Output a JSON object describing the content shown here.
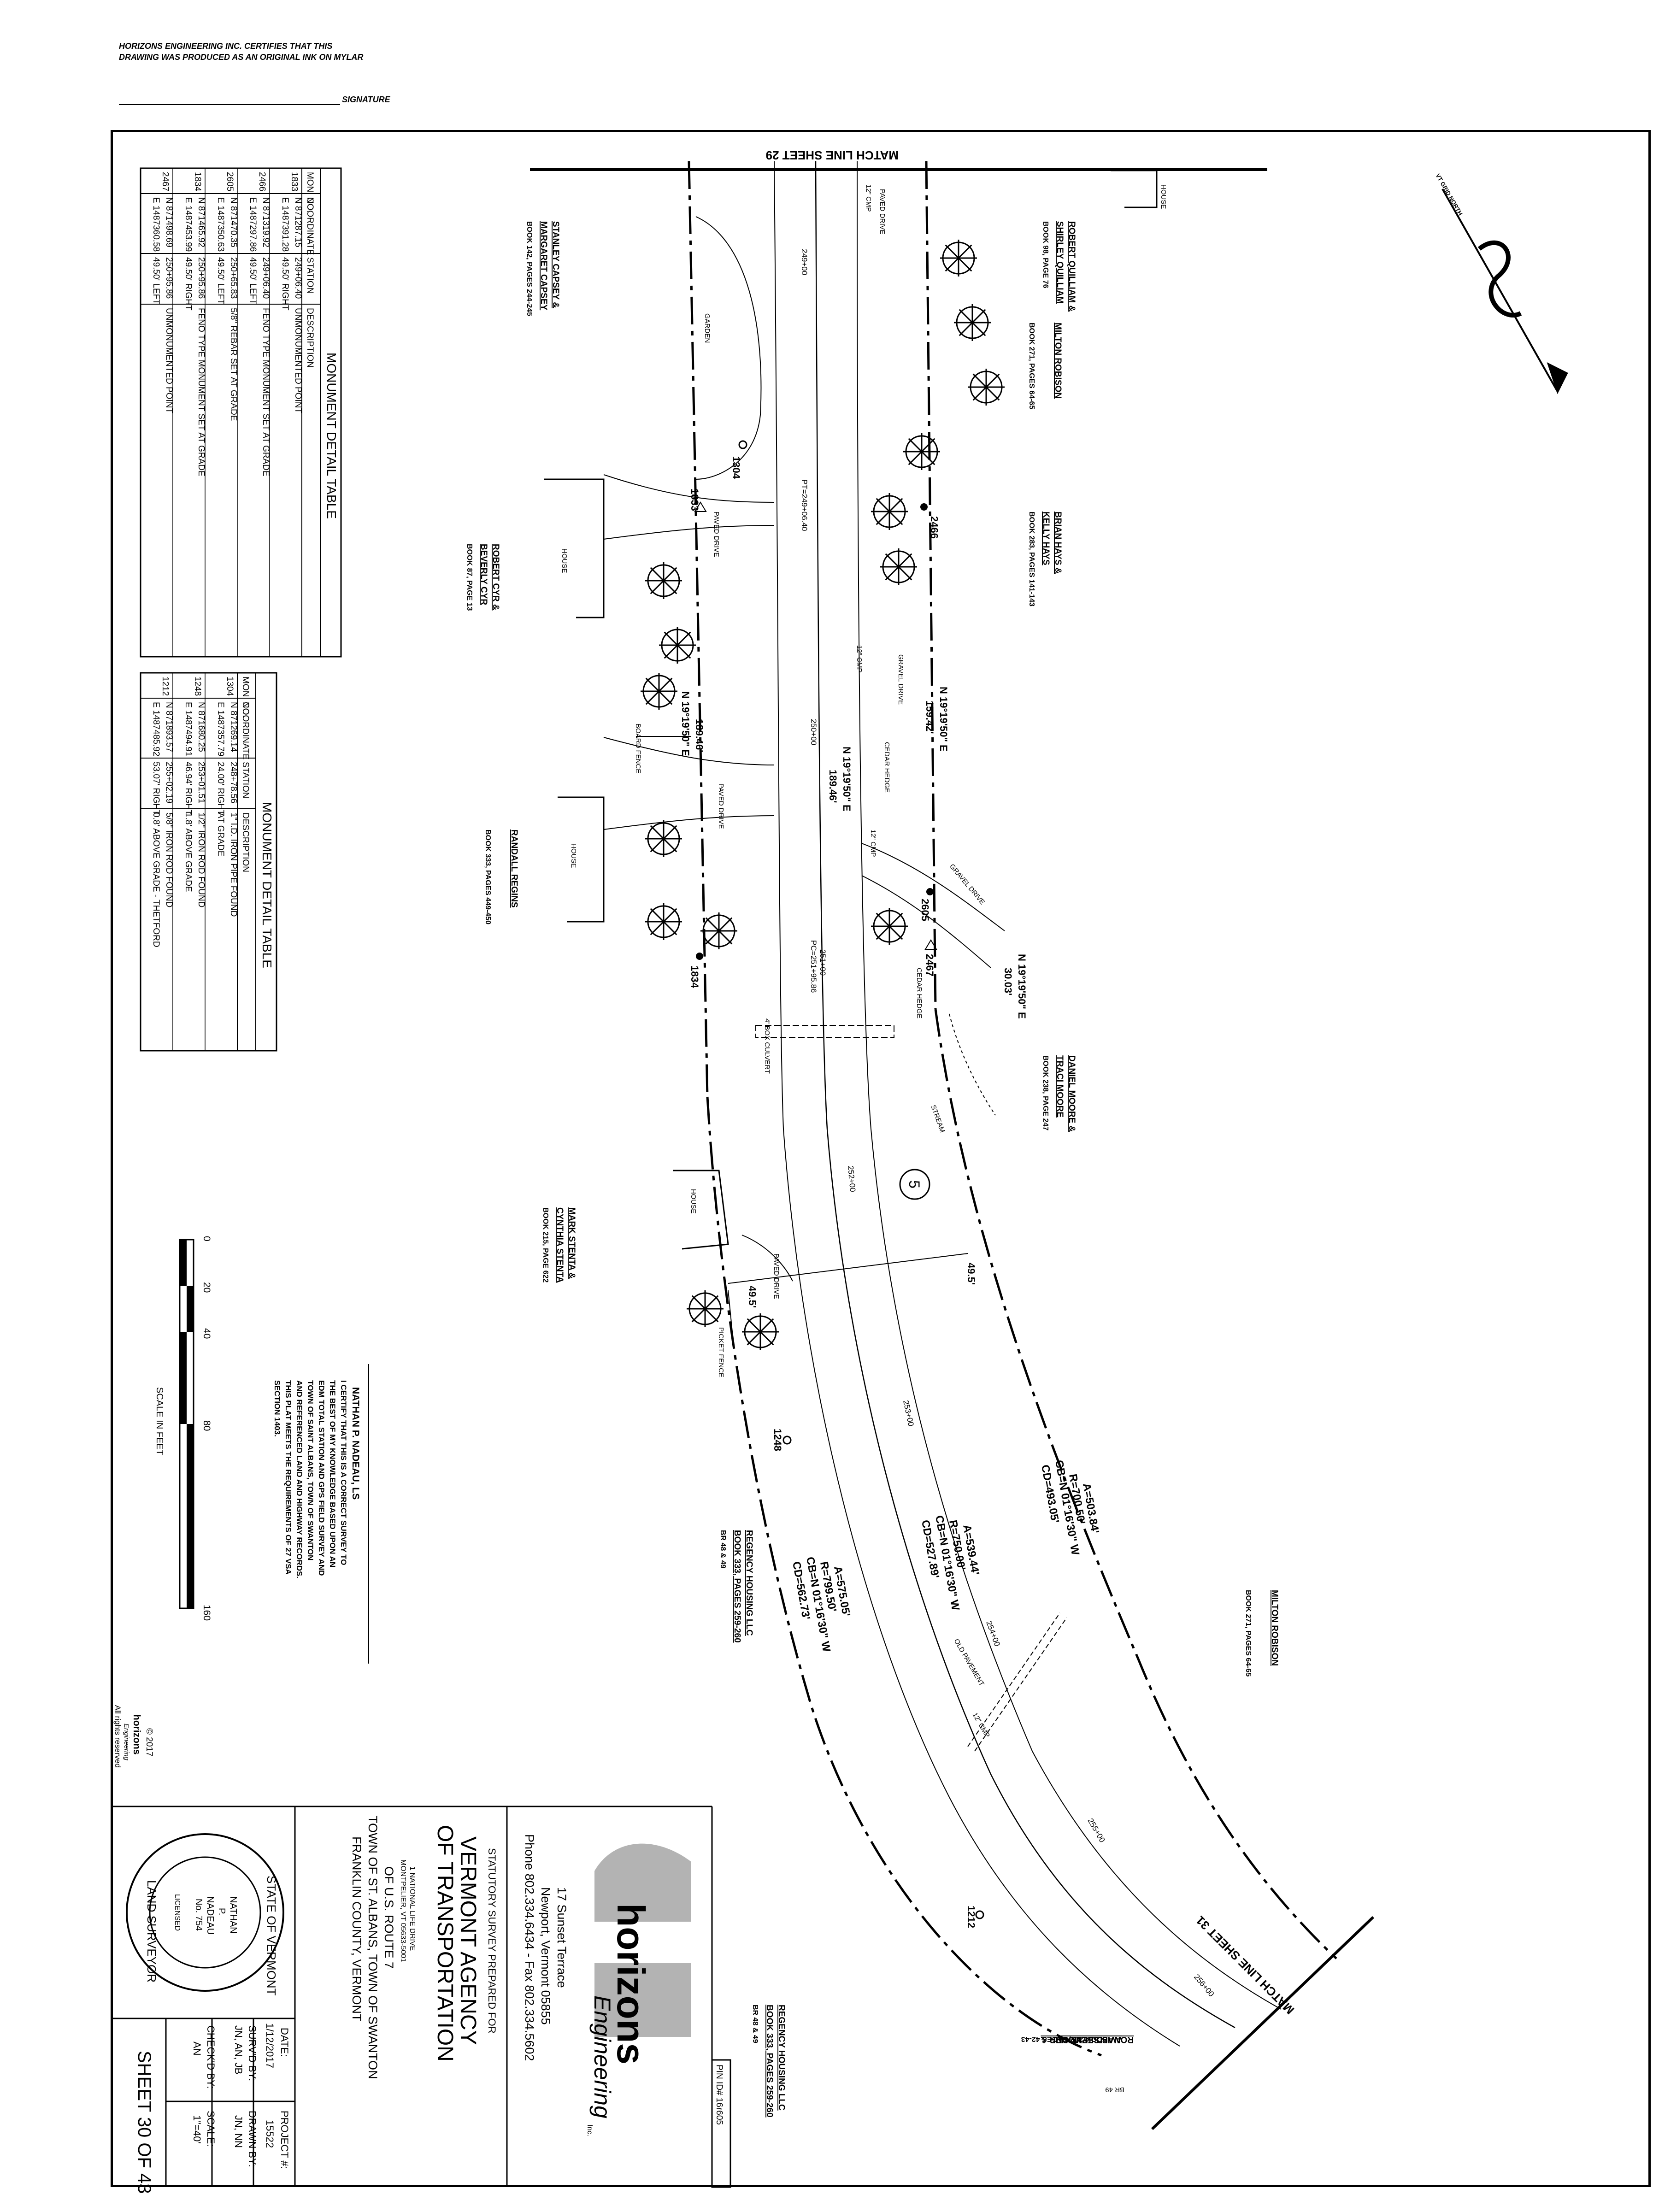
{
  "certification": {
    "line1": "HORIZONS ENGINEERING INC. CERTIFIES THAT THIS",
    "line2": "DRAWING WAS PRODUCED AS AN ORIGINAL INK ON MYLAR",
    "signature_label": "SIGNATURE"
  },
  "match_lines": {
    "top": "MATCH LINE SHEET 29",
    "bottom": "MATCH LINE SHEET 31"
  },
  "north_arrow": {
    "label": "VT GRID NORTH"
  },
  "route_badge": "5",
  "owners": [
    {
      "name": "ROBERT QUILLIAM &",
      "name2": "SHIRLEY QUILLIAM",
      "book": "BOOK 98, PAGE 76"
    },
    {
      "name": "MILTON ROBISON",
      "name2": "",
      "book": "BOOK 271, PAGES 64-65"
    },
    {
      "name": "BRIAN HAYS &",
      "name2": "KELLY HAYS",
      "book": "BOOK 283, PAGES 141-143"
    },
    {
      "name": "DANIEL MOORE &",
      "name2": "TRACI MOORE",
      "book": "BOOK 238, PAGE 247"
    },
    {
      "name": "MILTON ROBISON",
      "name2": "",
      "book": "BOOK 271, PAGES 64-65"
    },
    {
      "name": "RONALD SEYMOUR &",
      "name2": "AVIS SEYMOUR",
      "book": "BOOK 215, PAGES 42-43"
    },
    {
      "name": "STANLEY CAPSEY &",
      "name2": "MARGARET CAPSEY",
      "book": "BOOK 142, PAGES 244-245"
    },
    {
      "name": "ROBERT CYR &",
      "name2": "BEVERLY CYR",
      "book": "BOOK 87, PAGE 13"
    },
    {
      "name": "RANDALL REGINS",
      "name2": "",
      "book": "BOOK 333, PAGES 449-450"
    },
    {
      "name": "MARK STENTA &",
      "name2": "CYNTHIA STENTA",
      "book": "BOOK 215, PAGE 622"
    },
    {
      "name": "REGENCY HOUSING LLC",
      "name2": "BOOK 333, PAGES 259-260",
      "book": "BR 48 & 49"
    },
    {
      "name": "REGENCY HOUSING LLC",
      "name2": "BOOK 333, PAGES 259-260",
      "book": "BR 48 & 49"
    }
  ],
  "plan_labels": {
    "house": "HOUSE",
    "garden": "GARDEN",
    "paved_drive": "PAVED DRIVE",
    "gravel_drive": "GRAVEL DRIVE",
    "cedar_hedge": "CEDAR HEDGE",
    "board_fence": "BOARD FENCE",
    "picket_fence": "PICKET FENCE",
    "box_culvert": "4' BOX CULVERT",
    "stream": "STREAM",
    "old_pavement": "OLD PAVEMENT",
    "cmp": "12\" CMP",
    "br49": "BR 49",
    "stations": [
      "249+00",
      "250+00",
      "251+00",
      "252+00",
      "253+00",
      "254+00",
      "255+00",
      "256+00"
    ],
    "pt": "PT=249+06.40",
    "pc": "PC=251+95.86",
    "bearing1": "N 19°19'50\" E",
    "dist1": "159.42'",
    "bearing2": "N 19°19'50\" E",
    "dist2": "189.46'",
    "bearing3": "N 19°19'50\" E",
    "dist3": "189.46'",
    "bearing4": "N 19°19'50\" E",
    "dist4": "30.03'",
    "width1": "49.5'",
    "width2": "49.5'",
    "curve1": [
      "A=503.84'",
      "R=700.50'",
      "CB=N 01°16'30\" W",
      "CD=493.05'"
    ],
    "curve2": [
      "A=539.44'",
      "R=750.00'",
      "CB=N 01°16'30\" W",
      "CD=527.89'"
    ],
    "curve3": [
      "A=575.05'",
      "R=799.50'",
      "CB=N 01°16'30\" W",
      "CD=562.73'"
    ]
  },
  "monuments_on_plan": [
    "1304",
    "1833",
    "2466",
    "2605",
    "2467",
    "1834",
    "1248",
    "1212"
  ],
  "table1": {
    "title": "MONUMENT DETAIL TABLE",
    "headers": [
      "MON. NO.",
      "COORDINATE",
      "STATION",
      "DESCRIPTION"
    ],
    "rows": [
      [
        "1833",
        "N 871287.15",
        "E 1487391.28",
        "249+06.40",
        "49.50' RIGHT",
        "UNMONUMENTED POINT",
        ""
      ],
      [
        "2466",
        "N 871319.92",
        "E 1487297.86",
        "249+06.40",
        "49.50' LEFT",
        "FENO TYPE MONUMENT SET AT GRADE",
        ""
      ],
      [
        "2605",
        "N 871470.35",
        "E 1487350.63",
        "250+65.83",
        "49.50' LEFT",
        "5/8\" REBAR SET AT GRADE",
        ""
      ],
      [
        "1834",
        "N 871465.92",
        "E 1487453.99",
        "250+95.86",
        "49.50' RIGHT",
        "FENO TYPE MONUMENT SET AT GRADE",
        ""
      ],
      [
        "2467",
        "N 871498.69",
        "E 1487360.58",
        "250+95.86",
        "49.50' LEFT",
        "UNMONUMENTED POINT",
        ""
      ]
    ]
  },
  "table2": {
    "title": "MONUMENT DETAIL TABLE",
    "headers": [
      "MON. NO.",
      "COORDINATE",
      "STATION",
      "DESCRIPTION"
    ],
    "rows": [
      [
        "1304",
        "N 871269.14",
        "E 1487357.79",
        "248+78.56",
        "24.00' RIGHT",
        "1\" I.D. IRON PIPE FOUND",
        "AT GRADE"
      ],
      [
        "1248",
        "N 871680.25",
        "E 1487494.91",
        "253+01.51",
        "46.94' RIGHT",
        "1/2\" IRON ROD FOUND",
        "1.8' ABOVE GRADE"
      ],
      [
        "1212",
        "N 871893.57",
        "E 1487485.92",
        "255+02.19",
        "53.07' RIGHT",
        "5/8\" IRON ROD FOUND",
        "0.8' ABOVE GRADE - THETFORD"
      ]
    ]
  },
  "certification_block": {
    "name": "NATHAN P. NADEAU, LS",
    "lines": [
      "I CERTIFY THAT THIS IS A CORRECT SURVEY TO",
      "THE BEST OF MY KNOWLEDGE BASED UPON AN",
      "EDM TOTAL STATION AND GPS FIELD SURVEY AND",
      "TOWN OF SAINT ALBANS, TOWN OF SWANTON",
      "AND REFERENCED LAND AND HIGHWAY RECORDS.",
      "THIS PLAT MEETS THE REQUIREMENTS OF 27 VSA",
      "SECTION 1403."
    ]
  },
  "scale_bar": {
    "ticks": [
      "0",
      "20",
      "40",
      "80",
      "160"
    ],
    "label": "SCALE IN FEET"
  },
  "copyright": {
    "year": "© 2017",
    "brand": "horizons",
    "brand2": "Engineering",
    "rights": "All rights reserved"
  },
  "seal": {
    "ring_top": "STATE OF VERMONT",
    "ring_bottom": "LAND SURVEYOR",
    "name1": "NATHAN",
    "name2": "P.",
    "name3": "NADEAU",
    "number": "No. 754",
    "licensed": "LICENSED"
  },
  "title_block": {
    "pin": "PIN ID# 16r605",
    "company": "horizons",
    "company2": "Engineering",
    "inc": "Inc.",
    "address1": "17 Sunset Terrace",
    "address2": "Newport, Vermont 05855",
    "phone": "Phone 802.334.6434 - Fax 802.334.5602",
    "prepared": "STATUTORY SURVEY PREPARED FOR",
    "client1": "VERMONT AGENCY",
    "client2": "OF TRANSPORTATION",
    "client_addr1": "1 NATIONAL LIFE DRIVE",
    "client_addr2": "MONTPELIER, VT 05633-5001",
    "project_line1": "OF U.S. ROUTE 7",
    "project_line2": "TOWN OF ST. ALBANS, TOWN OF SWANTON",
    "project_line3": "FRANKLIN COUNTY, VERMONT",
    "date_label": "DATE:",
    "date": "1/12/2017",
    "project_label": "PROJECT #:",
    "project_no": "15522",
    "survd_label": "SURV'D BY:",
    "survd": "JN, AN, JB",
    "drawn_label": "DRAWN BY:",
    "drawn": "JN, NN",
    "checkd_label": "CHECK'D BY:",
    "checkd": "AN",
    "scale_label": "SCALE:",
    "scale": "1\"=40'",
    "sheet": "SHEET 30 OF 43"
  }
}
